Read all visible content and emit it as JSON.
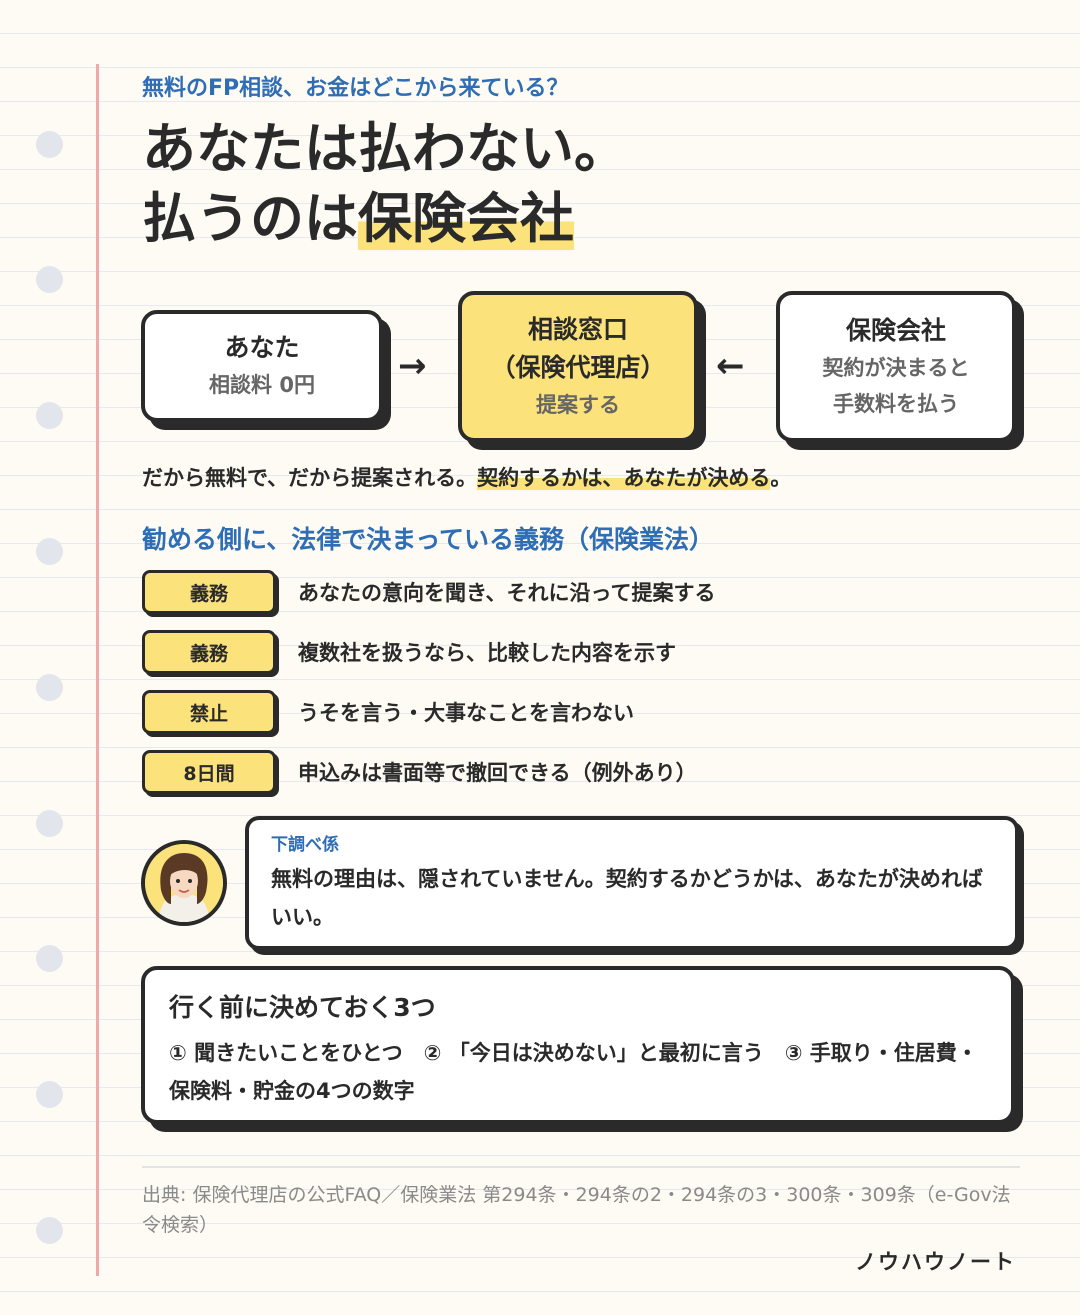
{
  "eyebrow": "無料のFP相談、お金はどこから来ている？",
  "title": {
    "line1": "あなたは払わない。",
    "line2_pre": "払うのは",
    "line2_hl": "保険会社"
  },
  "flow": {
    "you": {
      "title": "あなた",
      "sub": "相談料 0円"
    },
    "arrow_right": "→",
    "agent": {
      "title1": "相談窓口",
      "title2": "（保険代理店）",
      "sub": "提案する"
    },
    "arrow_left": "←",
    "insurer": {
      "title": "保険会社",
      "sub1": "契約が決まると",
      "sub2": "手数料を払う"
    }
  },
  "summary": {
    "pre": "だから無料で、だから提案される。",
    "hl": "契約するかは、あなたが決める",
    "post": "。"
  },
  "section_title": "勧める側に、法律で決まっている義務（保険業法）",
  "duties": [
    {
      "badge": "義務",
      "text": "あなたの意向を聞き、それに沿って提案する"
    },
    {
      "badge": "義務",
      "text": "複数社を扱うなら、比較した内容を示す"
    },
    {
      "badge": "禁止",
      "text": "うそを言う・大事なことを言わない"
    },
    {
      "badge": "8日間",
      "text": "申込みは書面等で撤回できる（例外あり）"
    }
  ],
  "bubble": {
    "speaker": "下調べ係",
    "message": "無料の理由は、隠されていません。契約するかどうかは、あなたが決めればいい。"
  },
  "decide": {
    "title": "行く前に決めておく3つ",
    "body": "① 聞きたいことをひとつ　② 「今日は決めない」と最初に言う　③ 手取り・住居費・保険料・貯金の4つの数字"
  },
  "source": "出典: 保険代理店の公式FAQ／保険業法 第294条・294条の2・294条の3・300条・309条（e-Gov法令検索）",
  "brand": "ノウハウノート",
  "colors": {
    "accent_blue": "#2f6db5",
    "highlight_yellow": "#fbe27a",
    "ink": "#2a2a2a",
    "margin_red": "#f0a9a9"
  }
}
